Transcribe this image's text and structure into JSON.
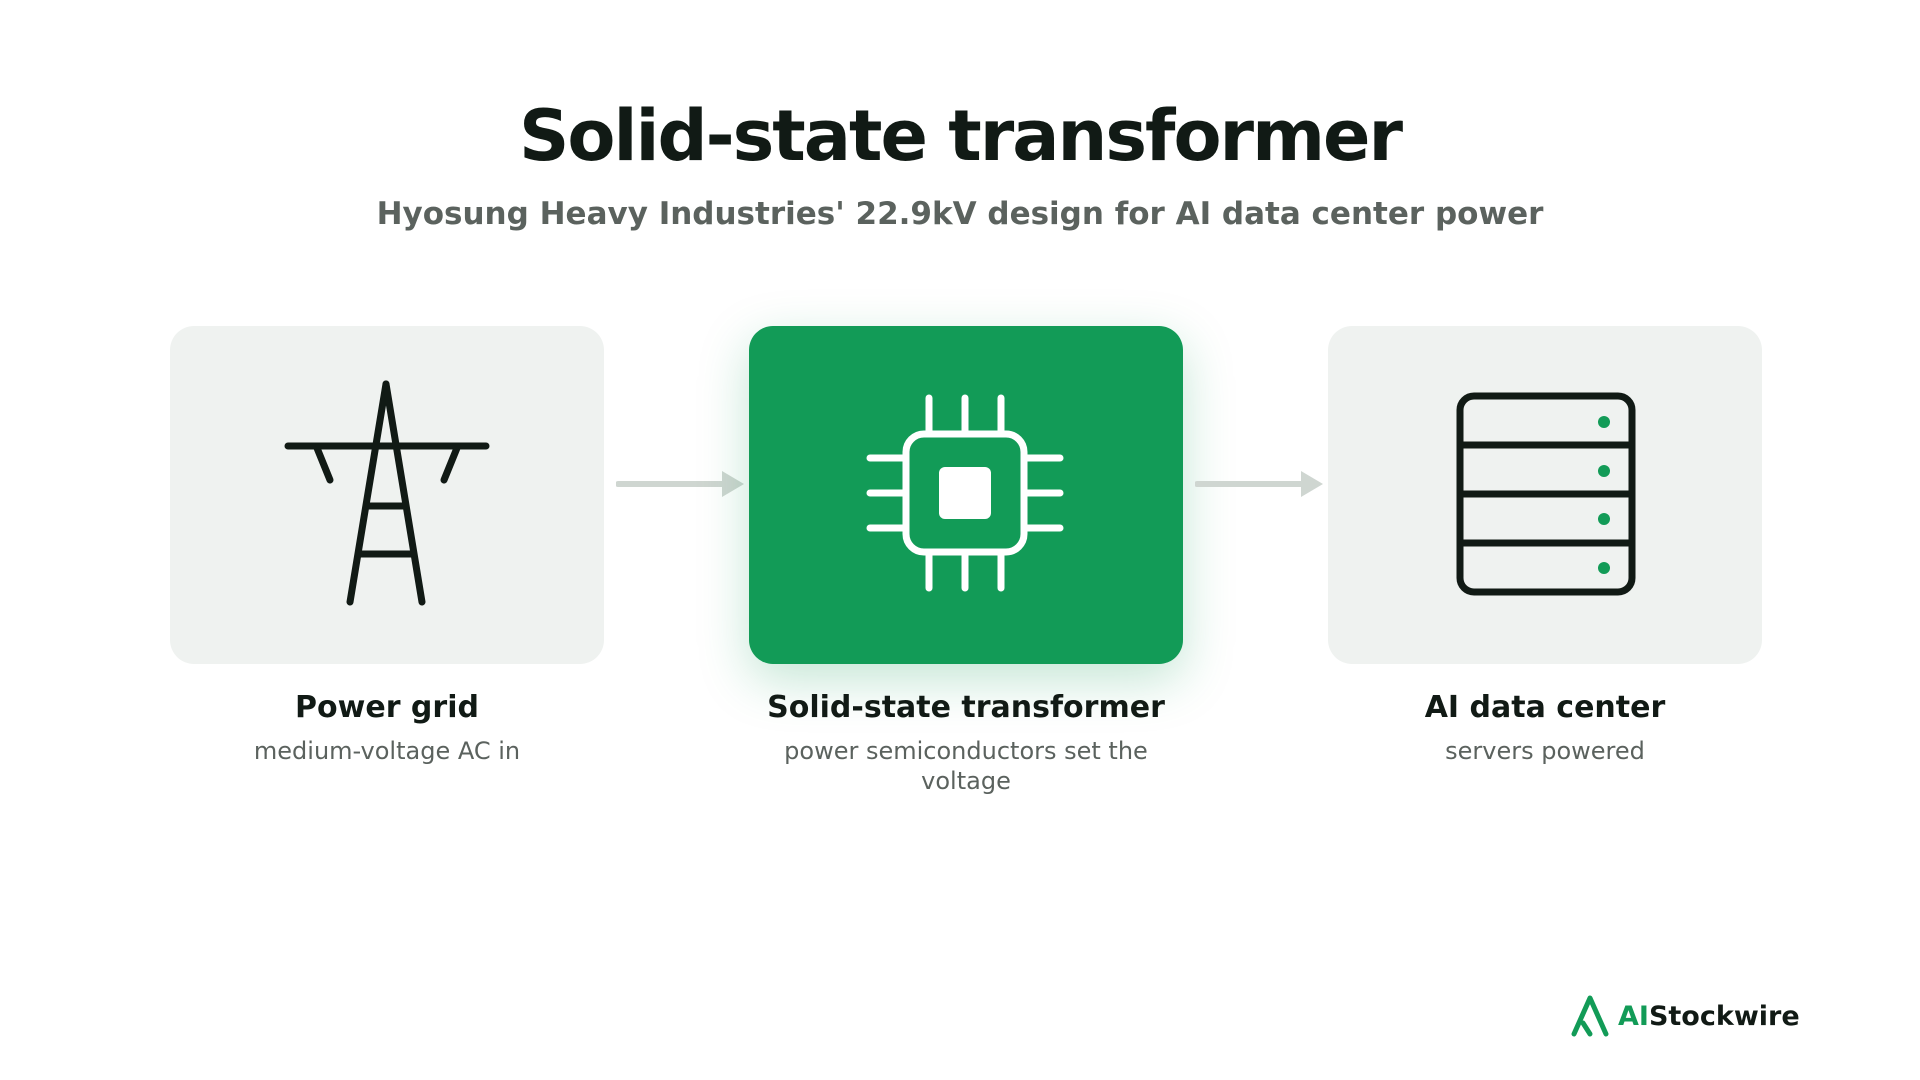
{
  "title": "Solid-state transformer",
  "subtitle": "Hyosung Heavy Industries' 22.9kV design for AI data center power",
  "steps": [
    {
      "label": "Power grid",
      "sublabel": "medium-voltage AC in",
      "icon": "power-pylon-icon"
    },
    {
      "label": "Solid-state transformer",
      "sublabel": "power semiconductors set the voltage",
      "icon": "chip-icon"
    },
    {
      "label": "AI data center",
      "sublabel": "servers powered",
      "icon": "server-rack-icon"
    }
  ],
  "brand": {
    "prefix": "AI",
    "suffix": "Stockwire",
    "icon": "logo-icon"
  },
  "colors": {
    "accent": "#129b57",
    "card": "#eff2f0",
    "text": "#111a15",
    "muted": "#5b625e",
    "arrow": "#cfd6d1"
  }
}
